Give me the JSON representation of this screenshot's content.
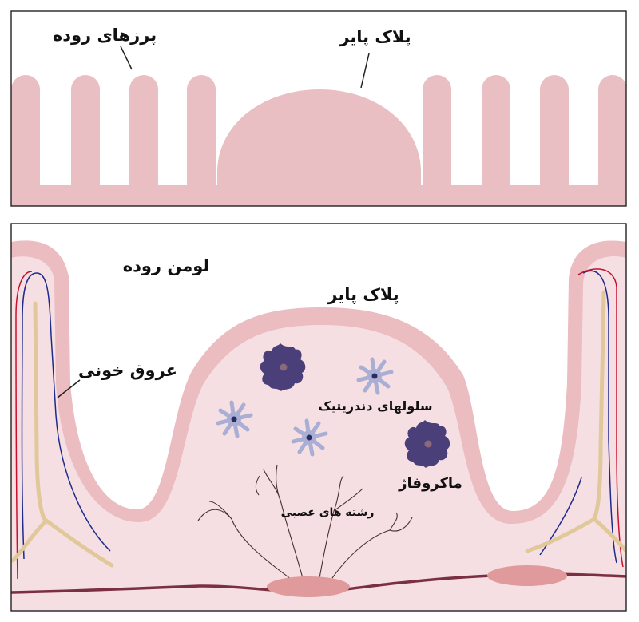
{
  "labels": {
    "villi": "پرزهای روده",
    "peyer_top": "پلاک پایر",
    "lumen": "لومن روده",
    "peyer_bottom": "پلاک پایر",
    "blood_vessels": "عروق خونی",
    "dendritic_cells": "سلولهای دندریتیک",
    "macrophage": "ماکروفاژ",
    "nerve_fibers": "رشته های عصبی"
  },
  "colors": {
    "tissue_light": "#f6dfe3",
    "tissue_mid": "#ebbcc0",
    "villus_pink": "#eabfc3",
    "vessel_red": "#c8102e",
    "vessel_blue": "#1e2a8c",
    "nerve_tan": "#e0c89a",
    "macrophage_purple": "#4b3f7a",
    "dendritic_lavender": "#a9aed4",
    "node_pink": "#e09a9c",
    "nerve_line": "#5a3a3a",
    "base_vessel": "#7a3040"
  },
  "icons": {
    "macrophage": "macrophage-icon",
    "dendritic_cell": "dendritic-cell-icon",
    "lymph_node": "lymph-node-icon"
  }
}
